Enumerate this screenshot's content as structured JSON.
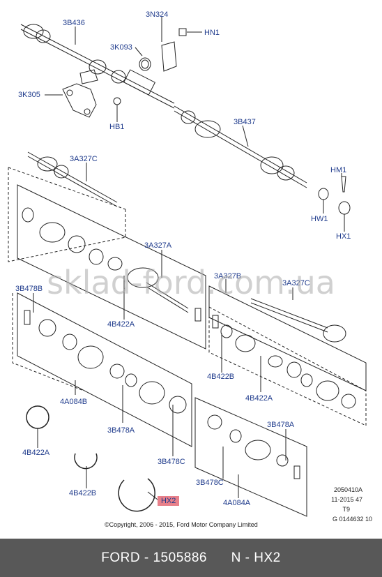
{
  "labels": {
    "l3B436": "3B436",
    "l3N324": "3N324",
    "lHN1": "HN1",
    "l3K093": "3K093",
    "l3K305": "3K305",
    "lHB1": "HB1",
    "l3B437": "3B437",
    "l3A327C_top": "3A327C",
    "lHM1": "HM1",
    "lHW1": "HW1",
    "lHX1": "HX1",
    "l3A327A": "3A327A",
    "l3B478B": "3B478B",
    "l3A327B": "3A327B",
    "l3A327C_right": "3A327C",
    "l4B422A_mid": "4B422A",
    "l4B422B_right": "4B422B",
    "l4B422A_right": "4B422A",
    "l4A084B": "4A084B",
    "l3B478A_left": "3B478A",
    "l3B478A_right": "3B478A",
    "l3B478C_left": "3B478C",
    "l3B478C_right": "3B478C",
    "l4B422A_bottom": "4B422A",
    "l4B422B_bottom": "4B422B",
    "lHX2": "HX2",
    "l4A084A": "4A084A"
  },
  "meta": {
    "code": "2050410A",
    "date": "11-2015 47",
    "rev": "T9",
    "ref": "G 0144632 10"
  },
  "copyright": "©Copyright, 2006 - 2015, Ford Motor Company Limited",
  "watermark": "sklad-ford.com.ua",
  "footer": "FORD - 1505886      N - HX2",
  "colors": {
    "label": "#1f3b8c",
    "highlight": "#e8808a",
    "footer_bg": "#585858"
  }
}
